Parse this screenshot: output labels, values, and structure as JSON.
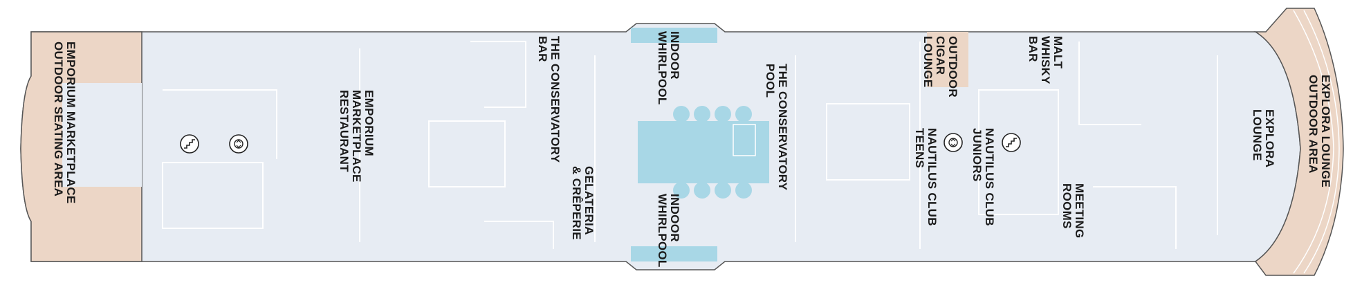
{
  "colors": {
    "interior": "#e7ecf3",
    "outdoor": "#ecd6c6",
    "pool": "#a8d7e6",
    "outline": "#555555"
  },
  "labels": {
    "emporium_outdoor": [
      "EMPORIUM MARKETPLACE",
      "OUTDOOR SEATING AREA"
    ],
    "emporium_restaurant": [
      "EMPORIUM",
      "MARKETPLACE",
      "RESTAURANT"
    ],
    "conservatory_bar": [
      "THE CONSERVATORY",
      "BAR"
    ],
    "gelateria": [
      "GELATERIA",
      "& CRÊPERIE"
    ],
    "indoor_whirlpool_top": [
      "INDOOR",
      "WHIRLPOOL"
    ],
    "indoor_whirlpool_bottom": [
      "INDOOR",
      "WHIRLPOOL"
    ],
    "conservatory_pool": [
      "THE CONSERVATORY",
      "POOL"
    ],
    "outdoor_cigar": [
      "OUTDOOR",
      "CIGAR",
      "LOUNGE"
    ],
    "nautilus_teens": [
      "NAUTILUS CLUB",
      "TEENS"
    ],
    "nautilus_juniors": [
      "NAUTILUS CLUB",
      "JUNIORS"
    ],
    "malt_whisky": [
      "MALT",
      "WHISKY",
      "BAR"
    ],
    "meeting_rooms": [
      "MEETING",
      "ROOMS"
    ],
    "explora_lounge": [
      "EXPLORA",
      "LOUNGE"
    ],
    "explora_outdoor": [
      "EXPLORA LOUNGE",
      "OUTDOOR AREA"
    ]
  },
  "icons": [
    "stairs-icon",
    "elevator-icon",
    "elevator-icon",
    "stairs-icon"
  ]
}
